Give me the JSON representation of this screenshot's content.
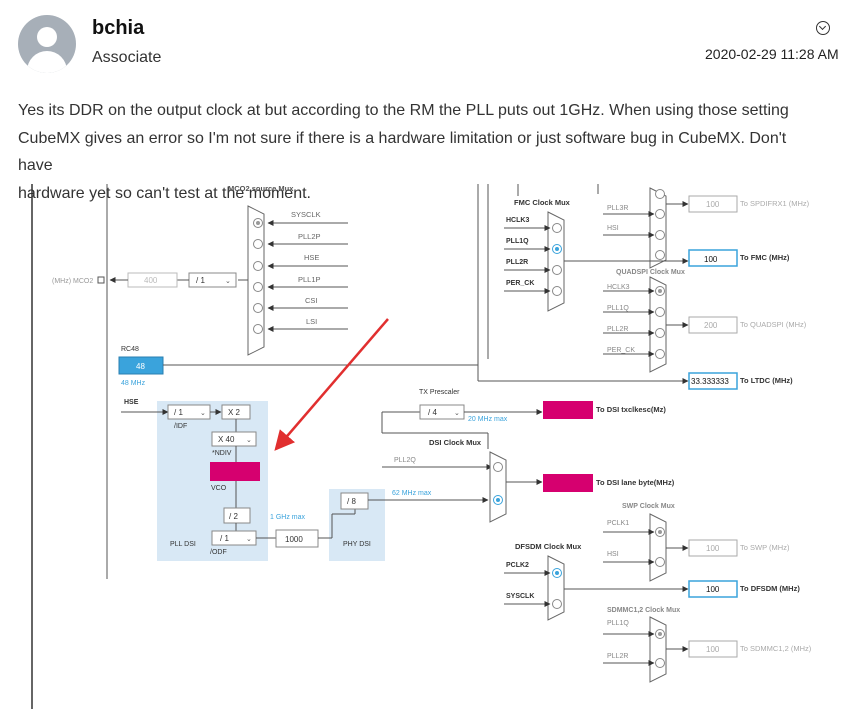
{
  "author": {
    "name": "bchia",
    "role": "Associate"
  },
  "post": {
    "timestamp": "2020-02-29 11:28 AM",
    "lines": [
      "Yes its DDR on the output clock at but according to the RM the PLL puts out 1GHz. When using those setting",
      "CubeMX gives an error so I'm not sure if there is a hardware limitation or just software bug in CubeMX. Don't have",
      "hardware yet so can't test at the moment."
    ]
  },
  "diagram": {
    "mco2": {
      "mux_title": "MCO2 source Mux",
      "inputs": [
        "SYSCLK",
        "PLL2P",
        "HSE",
        "PLL1P",
        "CSI",
        "LSI"
      ],
      "output_label": "(MHz) MCO2",
      "value": "400",
      "divider": "/ 1"
    },
    "rc48": {
      "label": "RC48",
      "value": "48",
      "freq": "48 MHz"
    },
    "fmc": {
      "mux_title": "FMC Clock Mux",
      "inputs": [
        "HCLK3",
        "PLL1Q",
        "PLL2R",
        "PER_CK"
      ],
      "value": "100",
      "output": "To FMC (MHz)"
    },
    "spdif": {
      "inputs": [
        "PLL3R",
        "HSI"
      ],
      "value": "100",
      "output": "To SPDIFRX1 (MHz)"
    },
    "quadspi": {
      "mux_title": "QUADSPI Clock Mux",
      "inputs": [
        "HCLK3",
        "PLL1Q",
        "PLL2R",
        "PER_CK"
      ],
      "value": "200",
      "output": "To QUADSPI (MHz)"
    },
    "ltdc": {
      "value": "33.333333",
      "output": "To LTDC (MHz)"
    },
    "pll_dsi": {
      "hse": "HSE",
      "idf": "/ 1",
      "idf_label": "/IDF",
      "x2": "X 2",
      "ndiv": "X 40",
      "ndiv_label": "*NDIV",
      "vco_label": "VCO",
      "div2": "/ 2",
      "odf": "/ 1",
      "odf_label": "/ODF",
      "max_label": "1 GHz max",
      "name": "PLL DSI",
      "value": "1000"
    },
    "phy_dsi": {
      "divider": "/ 8",
      "name": "PHY DSI",
      "max_label": "62 MHz max"
    },
    "tx_prescaler": {
      "title": "TX Prescaler",
      "divider": "/ 4",
      "max_label": "20 MHz max",
      "output": "To DSI txclkesc(Mz)"
    },
    "dsi_mux": {
      "mux_title": "DSI Clock Mux",
      "input": "PLL2Q",
      "output": "To DSI lane byte(MHz)"
    },
    "swp": {
      "mux_title": "SWP Clock Mux",
      "inputs": [
        "PCLK1",
        "HSI"
      ],
      "value": "100",
      "output": "To SWP (MHz)"
    },
    "dfsdm": {
      "mux_title": "DFSDM Clock Mux",
      "inputs": [
        "PCLK2",
        "SYSCLK"
      ],
      "value": "100",
      "output": "To DFSDM (MHz)"
    },
    "sdmmc": {
      "mux_title": "SDMMC1,2 Clock Mux",
      "inputs": [
        "PLL1Q",
        "PLL2R"
      ],
      "value": "100",
      "output": "To SDMMC1,2 (MHz)"
    },
    "colors": {
      "accent": "#d6006f",
      "box_blue": "#3aa3dc",
      "panel": "#d8e8f5",
      "arrow": "#e12f2f"
    }
  }
}
